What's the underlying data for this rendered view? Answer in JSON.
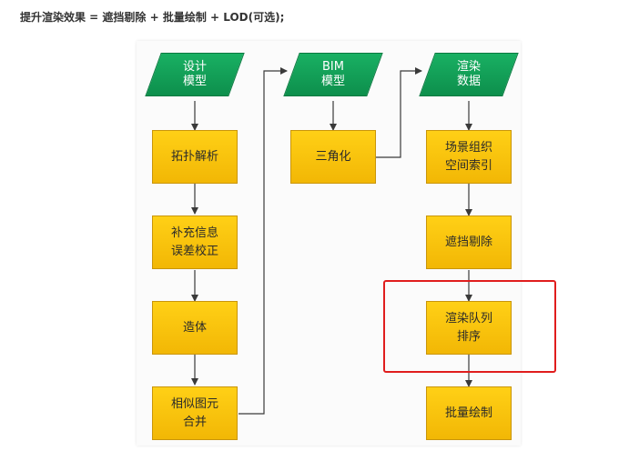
{
  "heading": "提升渲染效果 = 遮挡剔除 + 批量绘制 + LOD(可选);",
  "nodes": {
    "design_model": "设计\n模型",
    "bim_model": "BIM\n模型",
    "render_data": "渲染\n数据",
    "topology": "拓扑解析",
    "supplement": "补充信息\n误差校正",
    "build": "造体",
    "merge": "相似图元\n合并",
    "triangulate": "三角化",
    "scene_org": "场景组织\n空间索引",
    "occlusion": "遮挡剔除",
    "queue": "渲染队列\n排序",
    "batch": "批量绘制"
  },
  "colors": {
    "input_node": "#15a35a",
    "process_node": "#f7c20c",
    "highlight": "#e01d1d",
    "edge": "#3a3a3a"
  }
}
